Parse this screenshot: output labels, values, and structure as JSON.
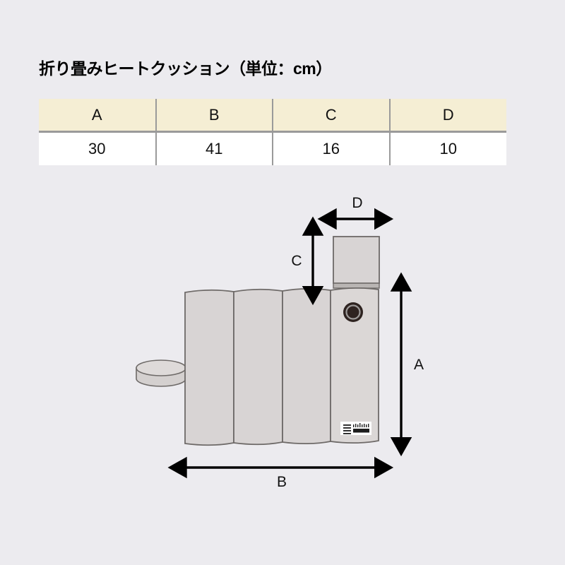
{
  "page": {
    "background_color": "#ecebef"
  },
  "title": "折り畳みヒートクッション（単位：cm）",
  "table": {
    "headers": [
      "A",
      "B",
      "C",
      "D"
    ],
    "values": [
      "30",
      "41",
      "16",
      "10"
    ],
    "header_background": "#f5eed4",
    "cell_background": "#ffffff",
    "border_color": "#9a9a9a"
  },
  "diagram": {
    "product_name": "folded heat cushion",
    "panel_fill": "#d8d4d4",
    "panel_stroke": "#6e6a68",
    "knob_color": "#2e2320",
    "dimension_arrow_color": "#000000",
    "dimension_labels": {
      "A": "A",
      "B": "B",
      "C": "C",
      "D": "D"
    },
    "label_meaning": {
      "A": "height of folded cushion",
      "B": "width of folded cushion",
      "C": "height of upper control block",
      "D": "depth of upper control block"
    },
    "product_label_text": ""
  }
}
